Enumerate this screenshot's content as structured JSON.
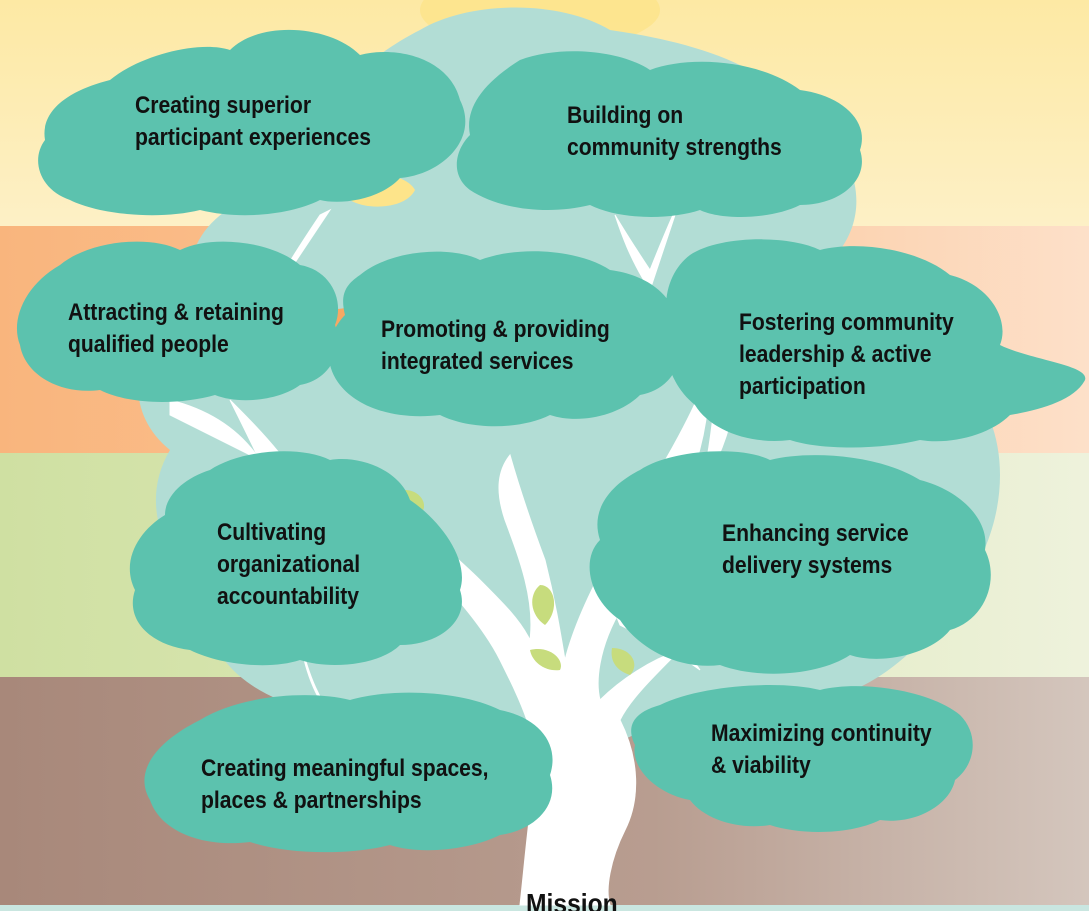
{
  "diagram": {
    "goals": [
      {
        "id": "g1",
        "lines": [
          "Creating superior",
          "participant experiences"
        ]
      },
      {
        "id": "g2",
        "lines": [
          "Building on",
          "community strengths"
        ]
      },
      {
        "id": "g3",
        "lines": [
          "Attracting & retaining",
          "qualified people"
        ]
      },
      {
        "id": "g4",
        "lines": [
          "Promoting & providing",
          "integrated services"
        ]
      },
      {
        "id": "g5",
        "lines": [
          "Fostering community",
          "leadership & active",
          "participation"
        ]
      },
      {
        "id": "g6",
        "lines": [
          "Cultivating",
          "organizational",
          "accountability"
        ]
      },
      {
        "id": "g7",
        "lines": [
          "Enhancing service",
          "delivery systems"
        ]
      },
      {
        "id": "g8",
        "lines": [
          "Creating meaningful spaces,",
          "places & partnerships"
        ]
      },
      {
        "id": "g9",
        "lines": [
          "Maximizing continuity",
          "& viability"
        ]
      }
    ],
    "trunk_label": "Mission"
  },
  "colors": {
    "leaf_cloud": "#5cc2ae",
    "canopy_back": "#b2ddd5",
    "branch": "#ffffff",
    "sky": "#fde9a4",
    "sunset": "#f9b57d",
    "grass": "#cfe0a2",
    "soil": "#a8887a"
  }
}
